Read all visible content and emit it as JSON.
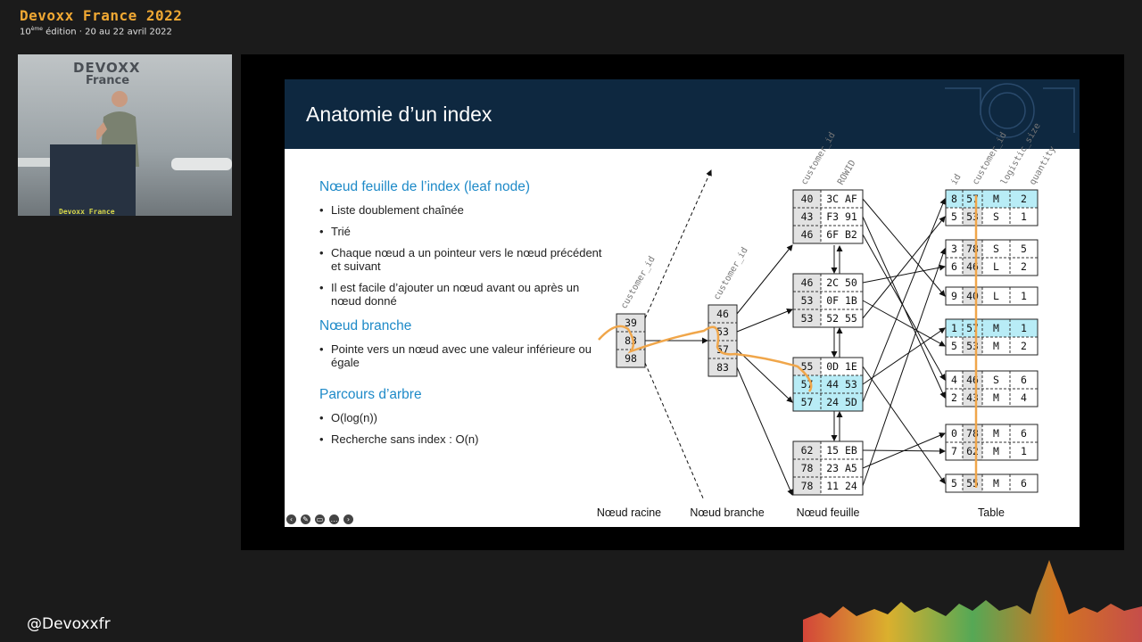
{
  "event": {
    "title": "Devoxx France 2022",
    "edition_num": "10",
    "edition_sup": "ème",
    "edition_rest": " édition · 20 au 22 avril 2022",
    "podium_label": "Devoxx France",
    "sign_line1": "DEVOXX",
    "sign_line2": "France",
    "handle": "@Devoxxfr"
  },
  "slide": {
    "title": "Anatomie d’un index",
    "sections": [
      {
        "heading": "Nœud feuille de l’index (leaf node)",
        "bullets": [
          "Liste doublement chaînée",
          "Trié",
          "Chaque nœud a un pointeur vers le nœud précédent et suivant",
          "Il est facile d’ajouter un nœud avant ou après un nœud donné"
        ]
      },
      {
        "heading": "Nœud branche",
        "bullets": [
          "Pointe vers un nœud avec une valeur inférieure ou égale"
        ]
      },
      {
        "heading": "Parcours d’arbre",
        "bullets": [
          "O(log(n))",
          "Recherche sans index : O(n)"
        ]
      }
    ],
    "diagram": {
      "root_label": "customer_id",
      "root_values": [
        "39",
        "83",
        "98"
      ],
      "branch_label": "customer_id",
      "branch_values": [
        "46",
        "53",
        "57",
        "83"
      ],
      "leaf_headers": [
        "customer_id",
        "ROWID"
      ],
      "leaf_nodes": [
        [
          [
            "40",
            "3C AF"
          ],
          [
            "43",
            "F3 91"
          ],
          [
            "46",
            "6F B2"
          ]
        ],
        [
          [
            "46",
            "2C 50"
          ],
          [
            "53",
            "0F 1B"
          ],
          [
            "53",
            "52 55"
          ]
        ],
        [
          [
            "55",
            "0D 1E"
          ],
          [
            "57",
            "44 53"
          ],
          [
            "57",
            "24 5D"
          ]
        ],
        [
          [
            "62",
            "15 EB"
          ],
          [
            "78",
            "23 A5"
          ],
          [
            "78",
            "11 24"
          ]
        ]
      ],
      "table_headers": [
        "id",
        "customer_id",
        "logistic_size",
        "quantity"
      ],
      "table_blocks": [
        [
          [
            "8",
            "57",
            "M",
            "2"
          ],
          [
            "5",
            "53",
            "S",
            "1"
          ]
        ],
        [
          [
            "3",
            "78",
            "S",
            "5"
          ],
          [
            "6",
            "46",
            "L",
            "2"
          ]
        ],
        [
          [
            "9",
            "40",
            "L",
            "1"
          ]
        ],
        [
          [
            "1",
            "57",
            "M",
            "1"
          ],
          [
            "5",
            "53",
            "M",
            "2"
          ]
        ],
        [
          [
            "4",
            "46",
            "S",
            "6"
          ],
          [
            "2",
            "43",
            "M",
            "4"
          ]
        ],
        [
          [
            "0",
            "78",
            "M",
            "6"
          ],
          [
            "7",
            "62",
            "M",
            "1"
          ]
        ],
        [
          [
            "5",
            "55",
            "M",
            "6"
          ]
        ]
      ],
      "captions": [
        "Nœud racine",
        "Nœud branche",
        "Nœud feuille",
        "Table"
      ]
    },
    "colors": {
      "header": "#0e2840",
      "accent": "#1e8ac8",
      "highlight": "#b8ecf6",
      "path": "#f0a64a",
      "cell": "#e2e2e2"
    }
  }
}
